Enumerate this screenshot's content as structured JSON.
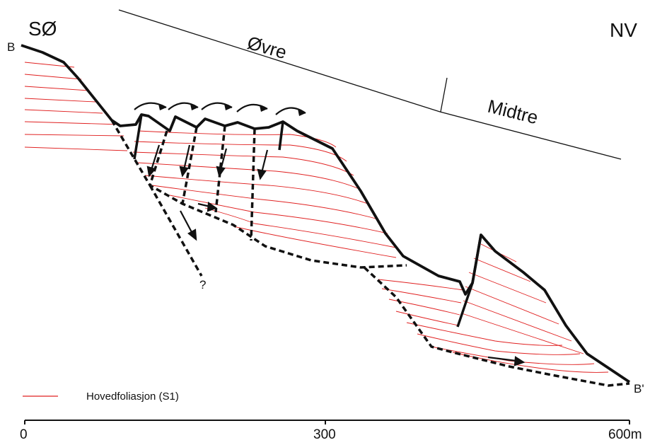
{
  "labels": {
    "left_direction": "SØ",
    "right_direction": "NV",
    "start_point": "B",
    "end_point": "B'",
    "upper_section": "Øvre",
    "middle_section": "Midtre",
    "uncertain_mark": "?"
  },
  "legend": {
    "foliation": "Hovedfoliasjon (S1)"
  },
  "scale": {
    "ticks": [
      "0",
      "300",
      "600m"
    ]
  },
  "colors": {
    "foliation": "#e02020",
    "profile": "#111111"
  }
}
